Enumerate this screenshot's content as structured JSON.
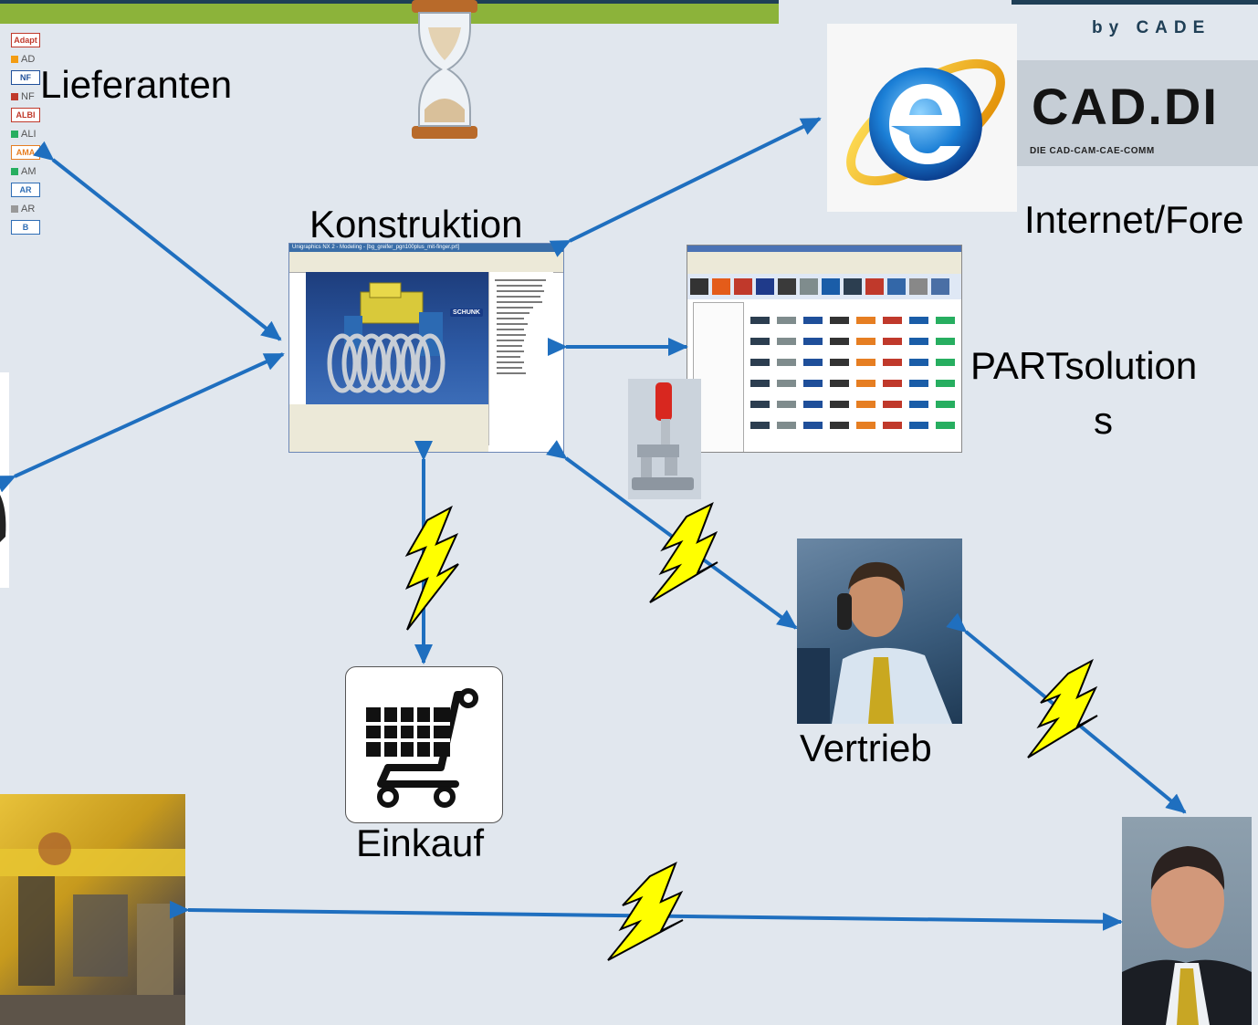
{
  "header": {
    "byline": "by CADE",
    "logo_text": "CAD.DI",
    "logo_tagline": "DIE CAD-CAM-CAE-COMM"
  },
  "labels": {
    "lieferanten": "Lieferanten",
    "konstruktion": "Konstruktion",
    "internet": "Internet/Fore",
    "partsolutions_line1": "PARTsolution",
    "partsolutions_line2": "s",
    "einkauf": "Einkauf",
    "vertrieb": "Vertrieb"
  },
  "suppliers": [
    {
      "text": "Adapt",
      "color": "#c0392b",
      "boxed": true
    },
    {
      "text": "AD",
      "color": "#f39c12",
      "boxed": false
    },
    {
      "text": "NF",
      "color": "#1f4f9a",
      "boxed": true
    },
    {
      "text": "NF",
      "color": "#c0392b",
      "boxed": false
    },
    {
      "text": "ALBI",
      "color": "#c0392b",
      "boxed": true
    },
    {
      "text": "ALI",
      "color": "#27ae60",
      "boxed": false
    },
    {
      "text": "AMA",
      "color": "#e67e22",
      "boxed": true
    },
    {
      "text": "AM",
      "color": "#27ae60",
      "boxed": false
    },
    {
      "text": "AR",
      "color": "#2e6db5",
      "boxed": true
    },
    {
      "text": "AR",
      "color": "#999999",
      "boxed": false
    },
    {
      "text": "B",
      "color": "#2e6db5",
      "boxed": true
    }
  ],
  "cad_window": {
    "title": "Unigraphics NX 2 - Modeling - [bg_greifer_pgn100plus_mit-finger.prt]",
    "brand": "SCHUNK"
  },
  "colors": {
    "background": "#e1e7ee",
    "arrow": "#1f6fbf",
    "lightning": "#ffff00",
    "top_bar_green": "#8cb33a",
    "top_bar_dark": "#1f3f56"
  }
}
